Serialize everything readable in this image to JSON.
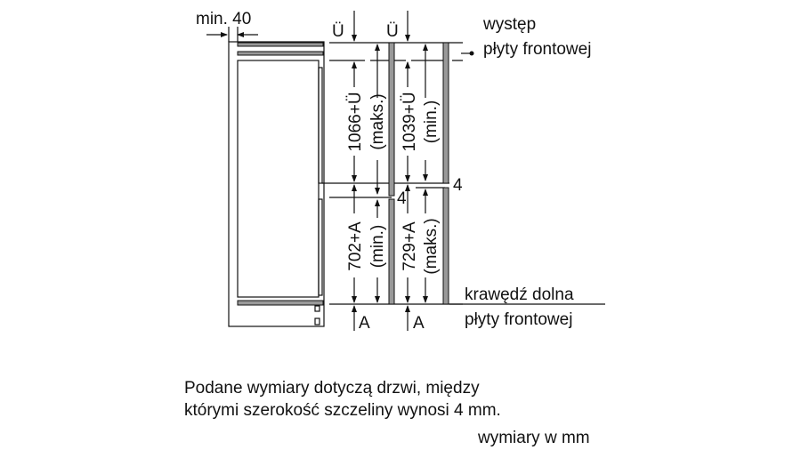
{
  "diagram": {
    "min_gap_label": "min. 40",
    "overhang_symbol_1": "Ü",
    "overhang_symbol_2": "Ü",
    "upper_door_max_value": "1066+Ü",
    "upper_door_max_note": "(maks.)",
    "upper_door_min_value": "1039+Ü",
    "upper_door_min_note": "(min.)",
    "lower_door_min_value": "702+A",
    "lower_door_min_note": "(min.)",
    "lower_door_max_value": "729+A",
    "lower_door_max_note": "(maks.)",
    "gap_label_1": "4",
    "gap_label_2": "4",
    "bottom_symbol_1": "A",
    "bottom_symbol_2": "A",
    "top_label_line1": "występ",
    "top_label_line2": "płyty frontowej",
    "bottom_label_line1": "krawędź dolna",
    "bottom_label_line2": "płyty frontowej"
  },
  "notes": {
    "line1": "Podane wymiary dotyczą drzwi, między",
    "line2": "którymi szerokość szczeliny wynosi 4 mm.",
    "units": "wymiary w mm"
  }
}
